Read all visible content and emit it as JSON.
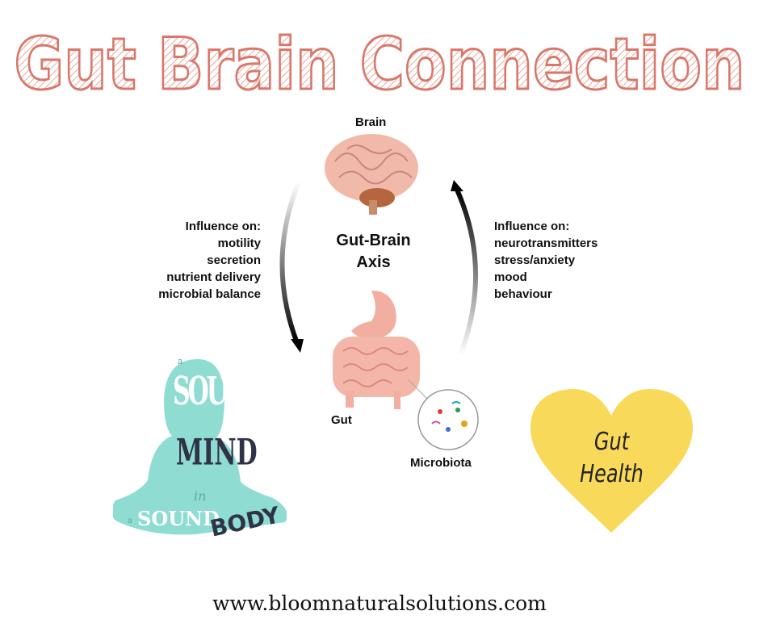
{
  "title": "Gut Brain Connection",
  "diagram": {
    "brain_label": "Brain",
    "axis_label_line1": "Gut-Brain",
    "axis_label_line2": "Axis",
    "gut_label": "Gut",
    "microbiota_label": "Microbiota",
    "left_influence": {
      "heading": "Influence on:",
      "items": [
        "motility",
        "secretion",
        "nutrient delivery",
        "microbial balance"
      ]
    },
    "right_influence": {
      "heading": "Influence on:",
      "items": [
        "neurotransmitters",
        "stress/anxiety",
        "mood",
        "behaviour"
      ]
    }
  },
  "sticker": {
    "line1": "a",
    "line2": "SOUND",
    "line3": "MIND",
    "line4": "in",
    "line5": "a",
    "line6": "SOUND",
    "line7": "BODY"
  },
  "heart": {
    "line1": "Gut",
    "line2": "Health",
    "color": "#f9d95a"
  },
  "website": "www.bloomnaturalsolutions.com",
  "colors": {
    "title": "#d9776a",
    "sticker": "#8fdcd2",
    "sticker_dark": "#2f3347"
  }
}
